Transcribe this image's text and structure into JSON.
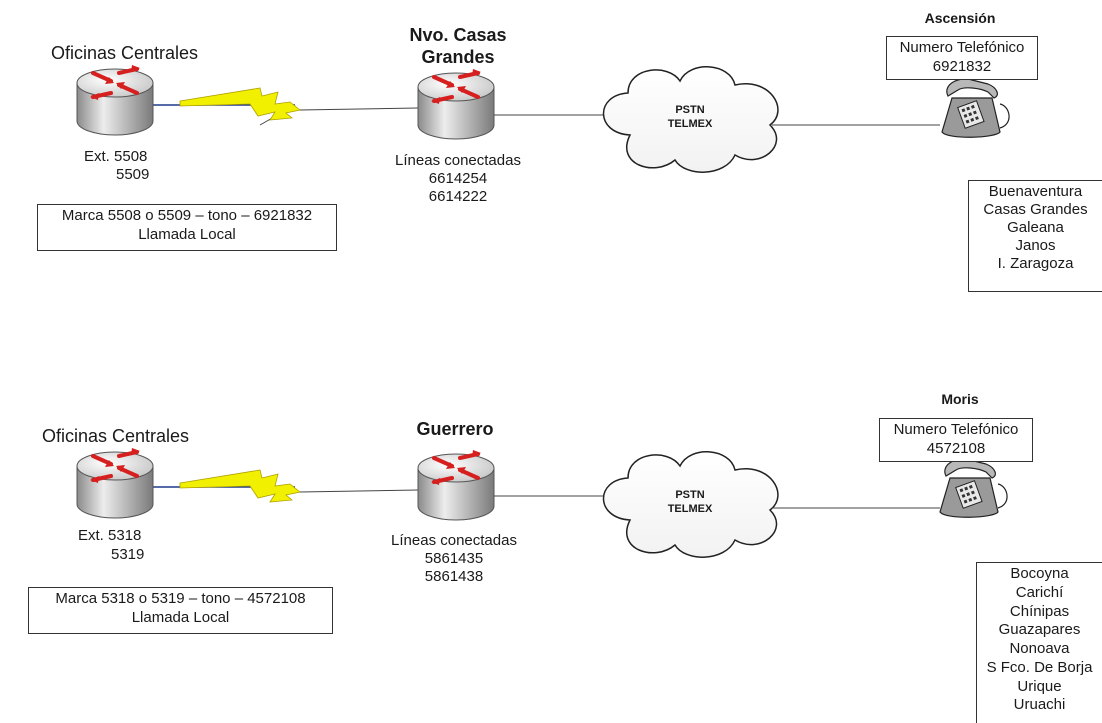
{
  "top": {
    "origin_title": "Oficinas Centrales",
    "origin_ext": [
      "Ext. 5508",
      "5509"
    ],
    "instruction": [
      "Marca 5508 o 5509 – tono – 6921832",
      "Llamada Local"
    ],
    "site_title": [
      "Nvo. Casas",
      "Grandes"
    ],
    "site_lines": [
      "Líneas conectadas",
      "6614254",
      "6614222"
    ],
    "cloud": [
      "PSTN",
      "TELMEX"
    ],
    "dest_title": "Ascensión",
    "dest_phone": [
      "Numero Telefónico",
      "6921832"
    ],
    "towns": [
      "Buenaventura",
      "Casas Grandes",
      "Galeana",
      "Janos",
      "I. Zaragoza"
    ]
  },
  "bottom": {
    "origin_title": "Oficinas Centrales",
    "origin_ext": [
      "Ext. 5318",
      "5319"
    ],
    "instruction": [
      "Marca 5318 o 5319 – tono – 4572108",
      "Llamada Local"
    ],
    "site_title": "Guerrero",
    "site_lines": [
      "Líneas conectadas",
      "5861435",
      "5861438"
    ],
    "cloud": [
      "PSTN",
      "TELMEX"
    ],
    "dest_title": "Moris",
    "dest_phone": [
      "Numero Telefónico",
      "4572108"
    ],
    "towns": [
      "Bocoyna",
      "Carichí",
      "Chínipas",
      "Guazapares",
      "Nonoava",
      "S Fco. De Borja",
      "Urique",
      "Uruachi"
    ]
  },
  "icons": {
    "router": "router-icon",
    "cloud": "cloud-icon",
    "telephone": "telephone-icon",
    "link": "lightning-link-icon"
  },
  "colors": {
    "router_arrow": "#d62020",
    "lightning": "#f0f000",
    "serial_line": "#1f3a8a",
    "line": "#444444"
  }
}
